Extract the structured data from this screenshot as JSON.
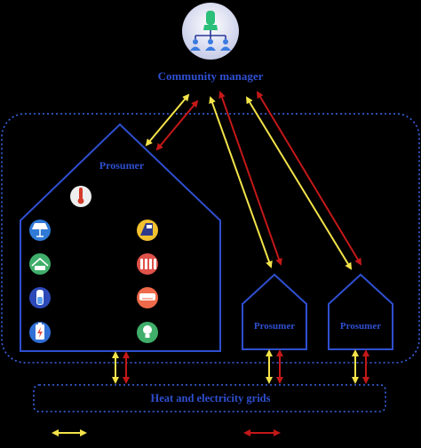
{
  "manager": {
    "label": "Community manager",
    "icon": "community-manager-icon"
  },
  "prosumers": [
    {
      "label": "Prosumer",
      "size": "large"
    },
    {
      "label": "Prosumer",
      "size": "small"
    },
    {
      "label": "Prosumer",
      "size": "small"
    }
  ],
  "grid": {
    "label": "Heat and electricity grids"
  },
  "devices": [
    {
      "icon": "thermometer-icon"
    },
    {
      "icon": "solar-panel-icon"
    },
    {
      "icon": "solar-water-heater-icon"
    },
    {
      "icon": "heat-pump-icon"
    },
    {
      "icon": "radiator-icon"
    },
    {
      "icon": "thermal-storage-tank-icon"
    },
    {
      "icon": "air-conditioner-icon"
    },
    {
      "icon": "battery-icon"
    },
    {
      "icon": "light-bulb-icon"
    }
  ],
  "colors": {
    "background": "#000000",
    "outline": "#2f4fd0",
    "dotted": "#3a66e8",
    "yellow_arrow": "#f3e34a",
    "red_arrow": "#c41818"
  },
  "legend": [
    {
      "color": "yellow",
      "label": ""
    },
    {
      "color": "red",
      "label": ""
    }
  ]
}
